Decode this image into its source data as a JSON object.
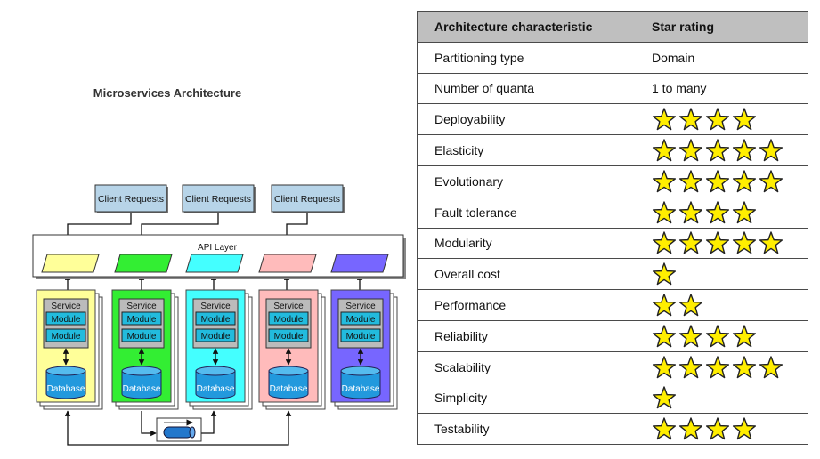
{
  "diagram": {
    "title": "Microservices Architecture",
    "clients": [
      "Client Requests",
      "Client Requests",
      "Client Requests"
    ],
    "api_layer_label": "API Layer",
    "service_label": "Service",
    "module_label": "Module",
    "database_label": "Database",
    "colors": {
      "client_fill": "#b7d4e8",
      "api_layer_fill": "#ffffff",
      "panels": [
        "#ffff99",
        "#33ee33",
        "#44ffff",
        "#ffbbbb",
        "#7766ff"
      ],
      "service_box": "#bbbbbb",
      "module_fill": "#22bbdd",
      "database_fill": "#2299dd"
    }
  },
  "table": {
    "headers": [
      "Architecture characteristic",
      "Star rating"
    ],
    "rows": [
      {
        "name": "Partitioning type",
        "value": "Domain"
      },
      {
        "name": "Number of quanta",
        "value": "1 to many"
      },
      {
        "name": "Deployability",
        "stars": 4
      },
      {
        "name": "Elasticity",
        "stars": 5
      },
      {
        "name": "Evolutionary",
        "stars": 5
      },
      {
        "name": "Fault tolerance",
        "stars": 4
      },
      {
        "name": "Modularity",
        "stars": 5
      },
      {
        "name": "Overall cost",
        "stars": 1
      },
      {
        "name": "Performance",
        "stars": 2
      },
      {
        "name": "Reliability",
        "stars": 4
      },
      {
        "name": "Scalability",
        "stars": 5
      },
      {
        "name": "Simplicity",
        "stars": 1
      },
      {
        "name": "Testability",
        "stars": 4
      }
    ],
    "star_color": "#ffee00"
  }
}
